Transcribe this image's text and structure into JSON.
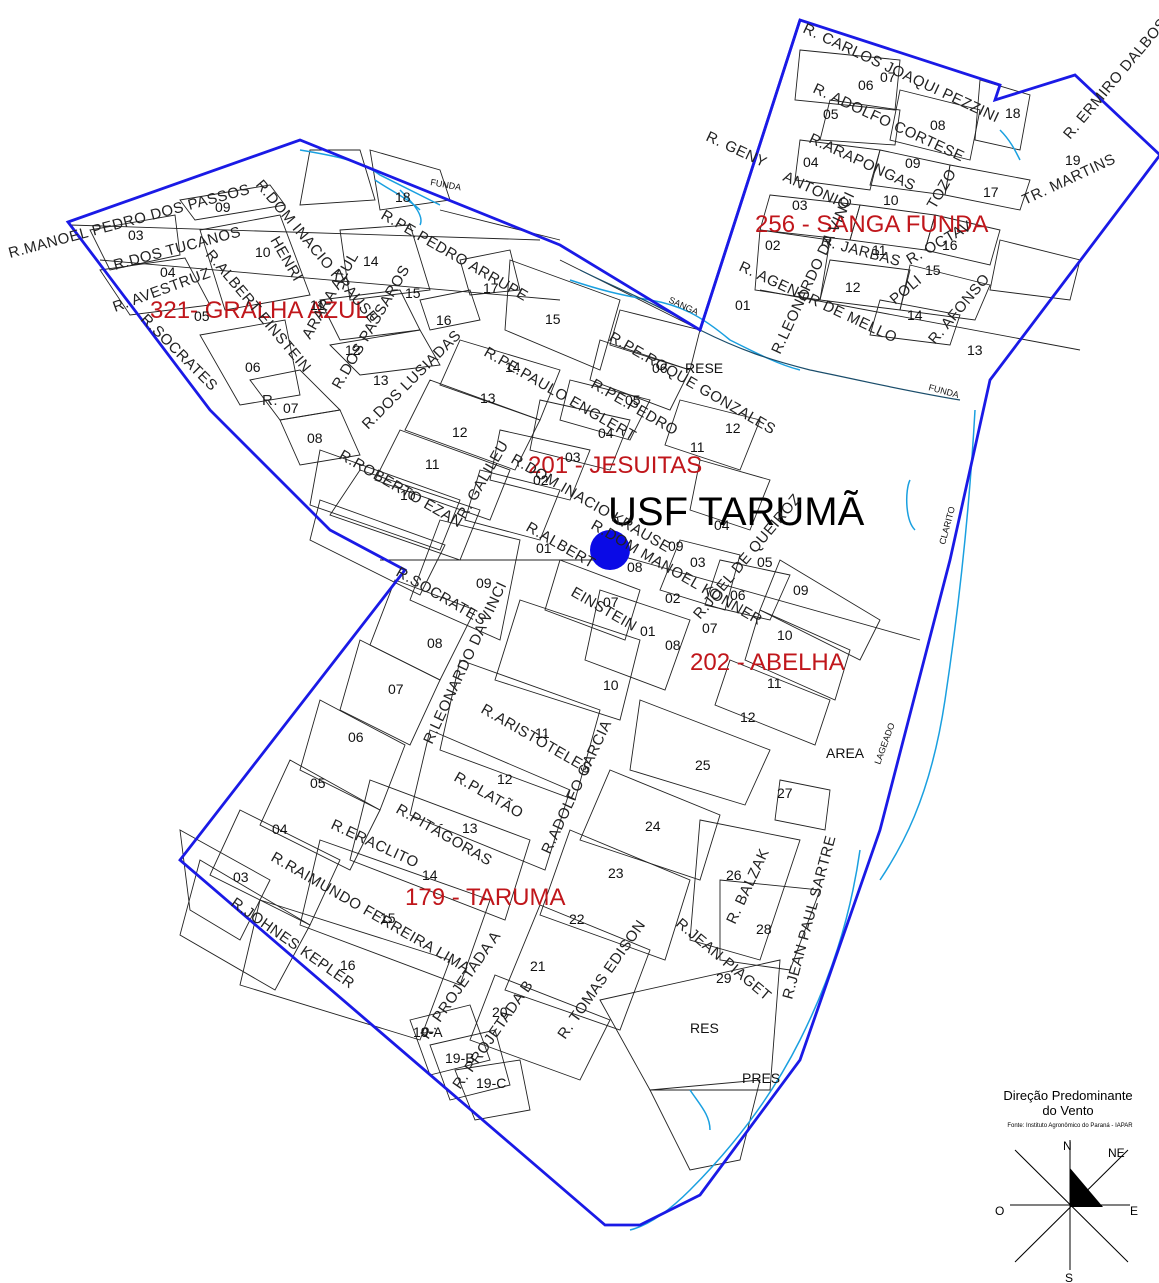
{
  "colors": {
    "boundary": "#1a1ae6",
    "area_label": "#c0161b",
    "river": "#1aa0e0",
    "usf_marker": "#0a0ae6"
  },
  "areas": [
    {
      "id": "gralha",
      "label": "321- GRALHA AZUL"
    },
    {
      "id": "sanga",
      "label": "256 - SANGA FUNDA"
    },
    {
      "id": "jesuitas",
      "label": "201 - JESUITAS"
    },
    {
      "id": "abelha",
      "label": "202 - ABELHA"
    },
    {
      "id": "taruma",
      "label": "179 - TARUMA"
    }
  ],
  "usf": {
    "label": "USF TARUMÃ"
  },
  "rivers": [
    {
      "id": "funda1",
      "label": "FUNDA"
    },
    {
      "id": "sanga",
      "label": "SANGA"
    },
    {
      "id": "funda2",
      "label": "FUNDA"
    },
    {
      "id": "clarito",
      "label": "CLARITO"
    },
    {
      "id": "lageado",
      "label": "LAGEADO"
    }
  ],
  "streets": [
    {
      "id": "carlos",
      "label": "R. CARLOS JOAQUI PEZZINI"
    },
    {
      "id": "ermiro",
      "label": "R. ERMIRO DALBOSCO"
    },
    {
      "id": "adolfo_c",
      "label": "R. ADOLFO CORTESE"
    },
    {
      "id": "geny",
      "label": "R. GENY"
    },
    {
      "id": "arapongas",
      "label": "R.ARAPONGAS"
    },
    {
      "id": "antonio",
      "label": "ANTONIO"
    },
    {
      "id": "tozo",
      "label": "TOZO"
    },
    {
      "id": "tr_martins",
      "label": "TR. MARTINS"
    },
    {
      "id": "jarbas",
      "label": "R. JARBAS"
    },
    {
      "id": "octav",
      "label": "R. OCTAV"
    },
    {
      "id": "agenor",
      "label": "R. AGENOR DE MELLO"
    },
    {
      "id": "poli",
      "label": "POLI"
    },
    {
      "id": "alfonso",
      "label": "R. AFONSO"
    },
    {
      "id": "leon",
      "label": "R.LEONARDO DA VINCI"
    },
    {
      "id": "manoel",
      "label": "R.MANOEL PEDRO DOS PASSOS"
    },
    {
      "id": "tucanos",
      "label": "R.DOS TUCANOS"
    },
    {
      "id": "avestruz",
      "label": "R. AVESTRUZ"
    },
    {
      "id": "socrates1",
      "label": "R.SOCRATES"
    },
    {
      "id": "dominacio1",
      "label": "R.DOM INACIO KRAUSE"
    },
    {
      "id": "pepedro1",
      "label": "R.PE.PEDRO ARRUPE"
    },
    {
      "id": "albert1",
      "label": "R.ALBERT EINSTEIN"
    },
    {
      "id": "henri",
      "label": "HENRI"
    },
    {
      "id": "arara",
      "label": "ARARA AZUL"
    },
    {
      "id": "passaros",
      "label": "R.DOS PASSAROS"
    },
    {
      "id": "lusiadas",
      "label": "R.DOS LUSIADAS"
    },
    {
      "id": "r_short",
      "label": "R."
    },
    {
      "id": "paulo",
      "label": "R.PE.PAULO ENGLERT"
    },
    {
      "id": "roque",
      "label": "R.PE.ROQUE GONZALES"
    },
    {
      "id": "pepedro2",
      "label": "R.PE.PEDRO"
    },
    {
      "id": "roberto",
      "label": "R.ROBERTO EZAN"
    },
    {
      "id": "galileu",
      "label": "R. GALILEU"
    },
    {
      "id": "dommanoel",
      "label": "R.DOM MANOEL KONNER"
    },
    {
      "id": "dominacio2",
      "label": "R.DOM INACIO KRAUSE"
    },
    {
      "id": "queiroz",
      "label": "R.JOEL DE QUEIROZ"
    },
    {
      "id": "alberts2",
      "label": "R.ALBERT"
    },
    {
      "id": "einstein2",
      "label": "EINSTEIN"
    },
    {
      "id": "socrates2",
      "label": "R.SOCRATES"
    },
    {
      "id": "leonardo2",
      "label": "R.LEONARDO DA VINCI"
    },
    {
      "id": "aristoteles",
      "label": "R.ARISTÓTELES"
    },
    {
      "id": "platao",
      "label": "R.PLATÃO"
    },
    {
      "id": "pitagoras",
      "label": "R.PITÁGORAS"
    },
    {
      "id": "adolfo_g",
      "label": "R.ADOLFO GARCIA"
    },
    {
      "id": "eraclito",
      "label": "R.ERACLITO"
    },
    {
      "id": "raimundo",
      "label": "R.RAIMUNDO FERREIRA LIMA"
    },
    {
      "id": "johnes",
      "label": "R.JOHNES KEPLER"
    },
    {
      "id": "projA",
      "label": "R. PROJETADA A"
    },
    {
      "id": "projB",
      "label": "R. PROJETADA B"
    },
    {
      "id": "tomas",
      "label": "R. TOMAS EDISON"
    },
    {
      "id": "piaget",
      "label": "R.JEAN PIAGET"
    },
    {
      "id": "sartre",
      "label": "R.JEAN PAUL SARTRE"
    },
    {
      "id": "balzak",
      "label": "R. BALZAK"
    },
    {
      "id": "leonardo3",
      "label": "R.LEONARDO DA VINCI"
    }
  ],
  "blocks": [
    "07",
    "06",
    "05",
    "08",
    "18",
    "04",
    "09",
    "17",
    "19",
    "03",
    "10",
    "02",
    "11",
    "16",
    "15",
    "01",
    "12",
    "14",
    "13",
    "09",
    "03",
    "10",
    "18",
    "14",
    "04",
    "15",
    "05",
    "11",
    "06",
    "16",
    "12",
    "13",
    "07",
    "17",
    "08",
    "15",
    "06",
    "RESE",
    "14",
    "05",
    "13",
    "04",
    "12",
    "12",
    "11",
    "11",
    "03",
    "10",
    "02",
    "01",
    "04",
    "09",
    "03",
    "05",
    "08",
    "06",
    "09",
    "07",
    "02",
    "01",
    "08",
    "07",
    "10",
    "11",
    "12",
    "09",
    "08",
    "07",
    "06",
    "05",
    "04",
    "03",
    "10",
    "11",
    "12",
    "13",
    "14",
    "15",
    "16",
    "25",
    "24",
    "23",
    "22",
    "21",
    "20",
    "AREA",
    "27",
    "26",
    "28",
    "29",
    "RES",
    "PRES",
    "19-A",
    "19-B",
    "19-C"
  ],
  "wind": {
    "title_line1": "Direção Predominante",
    "title_line2": "do Vento",
    "source": "Fonte: Instituto Agronômico do Paraná - IAPAR",
    "n": "N",
    "ne": "NE",
    "e": "E",
    "o": "O",
    "s": "S"
  }
}
